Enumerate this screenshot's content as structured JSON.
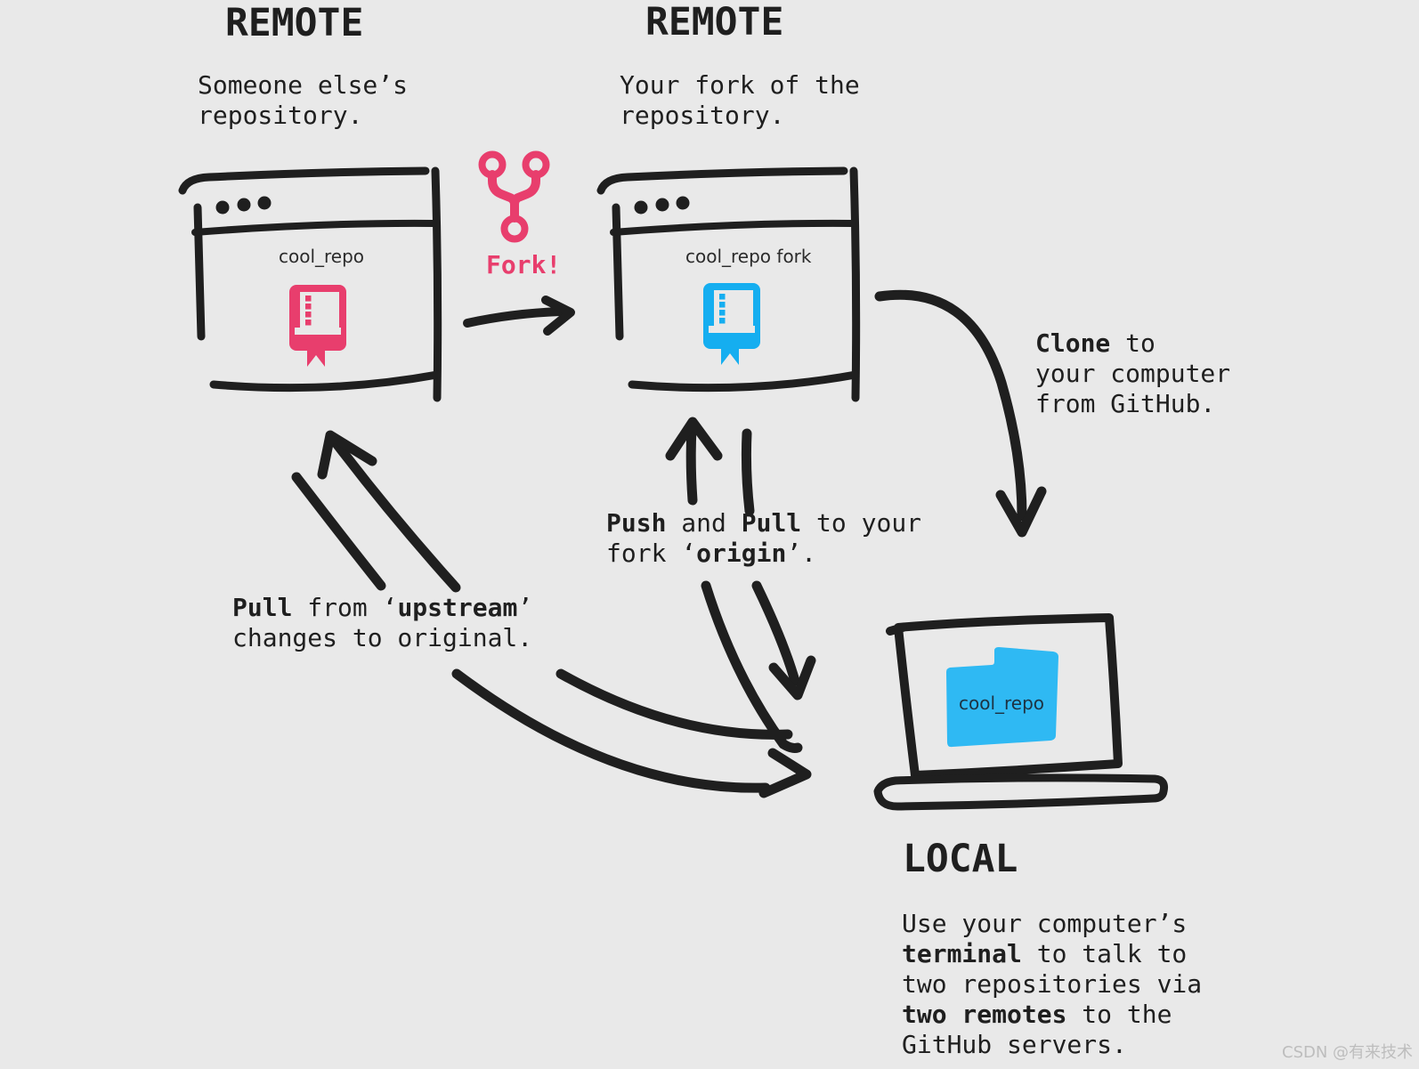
{
  "colors": {
    "bg": "#e9e9e9",
    "ink": "#1f1f1f",
    "pink": "#e83e6d",
    "blue": "#15aef0",
    "blue_folder": "#2fb9f3",
    "watermark": "#bdbdbd"
  },
  "remote_original": {
    "title": "REMOTE",
    "caption": "Someone else’s\nrepository.",
    "window_label": "cool_repo"
  },
  "remote_fork": {
    "title": "REMOTE",
    "caption": "Your fork of the\nrepository.",
    "window_label": "cool_repo fork"
  },
  "fork_action": {
    "label": "Fork!"
  },
  "annotations": {
    "clone": {
      "segments": [
        {
          "t": "Clone",
          "b": true
        },
        {
          "t": " to\nyour computer\nfrom GitHub."
        }
      ]
    },
    "push_pull": {
      "segments": [
        {
          "t": "Push",
          "b": true
        },
        {
          "t": " and "
        },
        {
          "t": "Pull",
          "b": true
        },
        {
          "t": " to your\nfork ‘"
        },
        {
          "t": "origin",
          "b": true
        },
        {
          "t": "’."
        }
      ]
    },
    "pull_upstream": {
      "segments": [
        {
          "t": "Pull",
          "b": true
        },
        {
          "t": " from ‘"
        },
        {
          "t": "upstream",
          "b": true
        },
        {
          "t": "’\nchanges to original."
        }
      ]
    }
  },
  "local": {
    "title": "LOCAL",
    "folder_label": "cool_repo",
    "description": {
      "segments": [
        {
          "t": "Use your computer’s\n"
        },
        {
          "t": "terminal",
          "b": true
        },
        {
          "t": " to talk to\ntwo repositories via\n"
        },
        {
          "t": "two remotes",
          "b": true
        },
        {
          "t": " to the\nGitHub servers."
        }
      ]
    }
  },
  "icons": {
    "window_controls": "three-dots-icon",
    "repo_original": "book-icon-pink",
    "repo_fork": "book-icon-blue",
    "fork": "git-fork-icon",
    "local_machine": "laptop-icon",
    "local_repo": "folder-icon"
  },
  "watermark": "CSDN @有来技术"
}
